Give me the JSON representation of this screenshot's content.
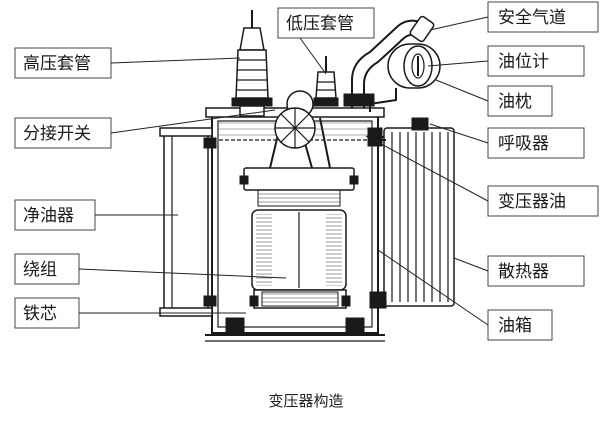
{
  "caption": "变压器构造",
  "labels": {
    "high_voltage_bushing": "高压套管",
    "tap_changer": "分接开关",
    "oil_purifier": "净油器",
    "winding": "绕组",
    "iron_core": "铁芯",
    "low_voltage_bushing": "低压套管",
    "safety_airway": "安全气道",
    "oil_level_gauge": "油位计",
    "oil_conservator": "油枕",
    "breather": "呼吸器",
    "transformer_oil": "变压器油",
    "radiator": "散热器",
    "oil_tank": "油箱"
  }
}
